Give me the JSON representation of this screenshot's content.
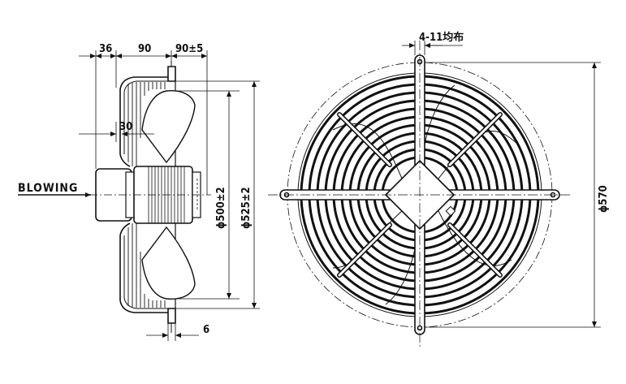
{
  "colors": {
    "ink": "#111111",
    "background": "#ffffff"
  },
  "side_view": {
    "label_blowing": "BLOWING",
    "dims": {
      "d36": "36",
      "d90": "90",
      "d90tol": "90±5",
      "d30": "30",
      "d6": "6",
      "phi500": "ϕ500±2",
      "phi525": "ϕ525±2"
    }
  },
  "front_view": {
    "holes": "4-11均布",
    "phi570": "ϕ570"
  }
}
